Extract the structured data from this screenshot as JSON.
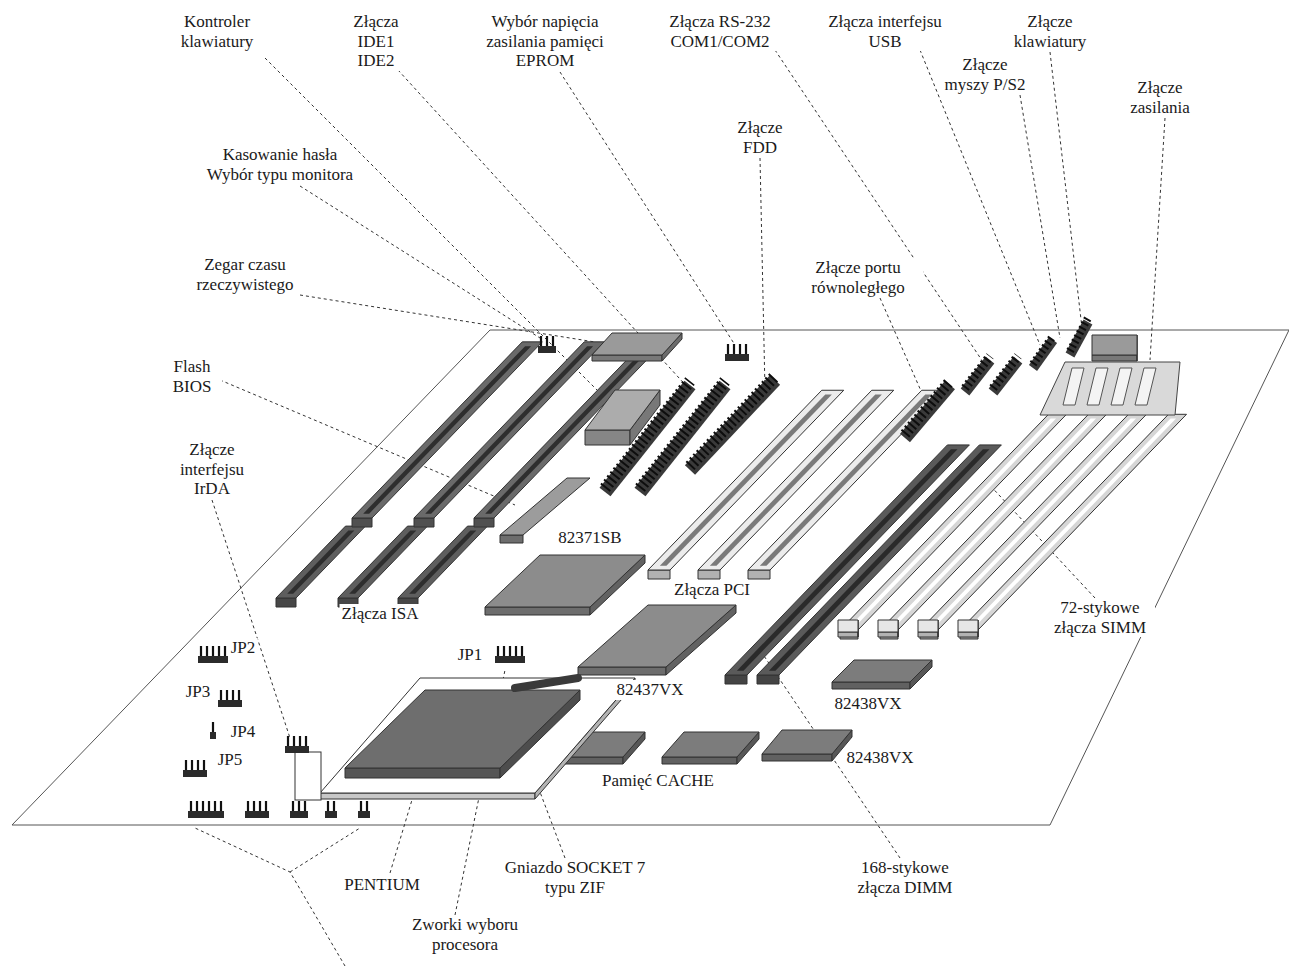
{
  "diagram": {
    "labels": [
      "Kontroler klawiatury",
      "Złącza IDE1 IDE2",
      "Wybór napięcia zasilania pamięci EPROM",
      "Złącza RS-232 COM1/COM2",
      "Złącza interfejsu USB",
      "Złącze klawiatury",
      "Złącze myszy P/S2",
      "Złącze zasilania",
      "Złącze FDD",
      "Kasowanie hasła",
      "Wybór typu monitora",
      "Zegar czasu rzeczywistego",
      "Złącze portu równoległego",
      "Flash BIOS",
      "Złącze interfejsu IrDA",
      "82371SB",
      "Złącza PCI",
      "Złącza ISA",
      "72-stykowe złącza SIMM",
      "JP2",
      "JP1",
      "82437VX",
      "JP3",
      "82438VX",
      "JP4",
      "JP5",
      "Pamięć CACHE",
      "82438VX",
      "PENTIUM",
      "Gniazdo SOCKET 7 typu ZIF",
      "168-stykowe złącza DIMM",
      "Zworki wyboru procesora"
    ]
  }
}
